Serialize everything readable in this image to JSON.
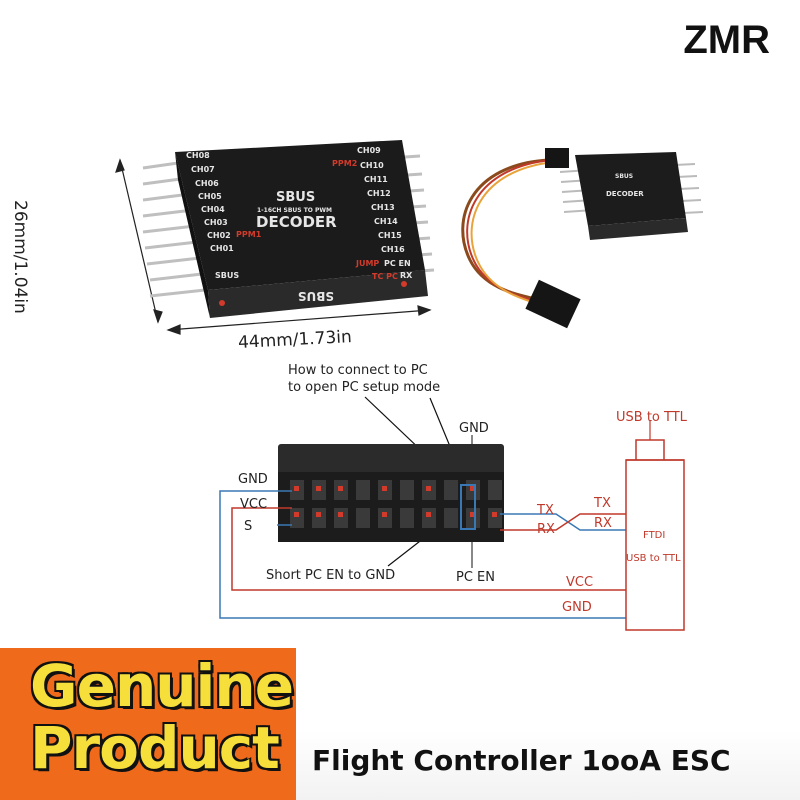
{
  "brand": "ZMR",
  "dimensions": {
    "width": "44mm/1.73in",
    "height": "26mm/1.04in"
  },
  "board": {
    "title": "SBUS",
    "subtitle": "1-16CH SBUS TO PWM",
    "name": "DECODER",
    "left_channels": [
      "CH08",
      "CH07",
      "CH06",
      "CH05",
      "CH04",
      "CH03",
      "CH02",
      "CH01",
      "SBUS"
    ],
    "right_channels": [
      "CH09",
      "CH10",
      "CH11",
      "CH12",
      "CH13",
      "CH14",
      "CH15",
      "CH16",
      "PC EN",
      "RX"
    ],
    "ppm_left": "PPM1",
    "ppm_right": "PPM2",
    "jump": "JUMP",
    "tcpc": "TC PC"
  },
  "diagram": {
    "note": "How to connect to PC\nto open PC setup mode",
    "usb_title": "USB to TTL",
    "left_pins": [
      "GND",
      "VCC",
      "S"
    ],
    "top_pin": "GND",
    "bottom_pins": [
      "Short PC EN to GND",
      "PC EN"
    ],
    "board_tx": "TX",
    "board_rx": "RX",
    "ftdi_tx": "TX",
    "ftdi_rx": "RX",
    "ftdi_label": "FTDI",
    "ftdi_sub": "USB to TTL",
    "vcc": "VCC",
    "gnd": "GND"
  },
  "banner": {
    "badge_line1": "Genuine",
    "badge_line2": "Product",
    "tagline": "Flight Controller 1ooA ESC"
  },
  "colors": {
    "wire_red": "#c0392b",
    "wire_blue": "#3a78b5",
    "badge": "#ef6a1a",
    "badge_text": "#f7df3b"
  }
}
